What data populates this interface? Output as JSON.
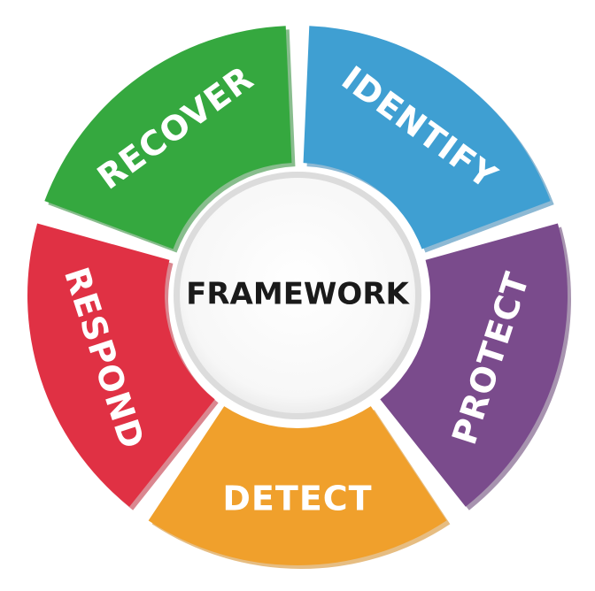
{
  "center": {
    "label": "FRAMEWORK"
  },
  "segments": [
    {
      "id": "identify",
      "label": "IDENTIFY",
      "color": "#3f9fd2",
      "shade": "#2f7fb0"
    },
    {
      "id": "protect",
      "label": "PROTECT",
      "color": "#7a4b8c",
      "shade": "#5f3a6e"
    },
    {
      "id": "detect",
      "label": "DETECT",
      "color": "#f0a02c",
      "shade": "#d2861c"
    },
    {
      "id": "respond",
      "label": "RESPOND",
      "color": "#e03144",
      "shade": "#bb2435"
    },
    {
      "id": "recover",
      "label": "RECOVER",
      "color": "#35a83f",
      "shade": "#27862f"
    }
  ]
}
